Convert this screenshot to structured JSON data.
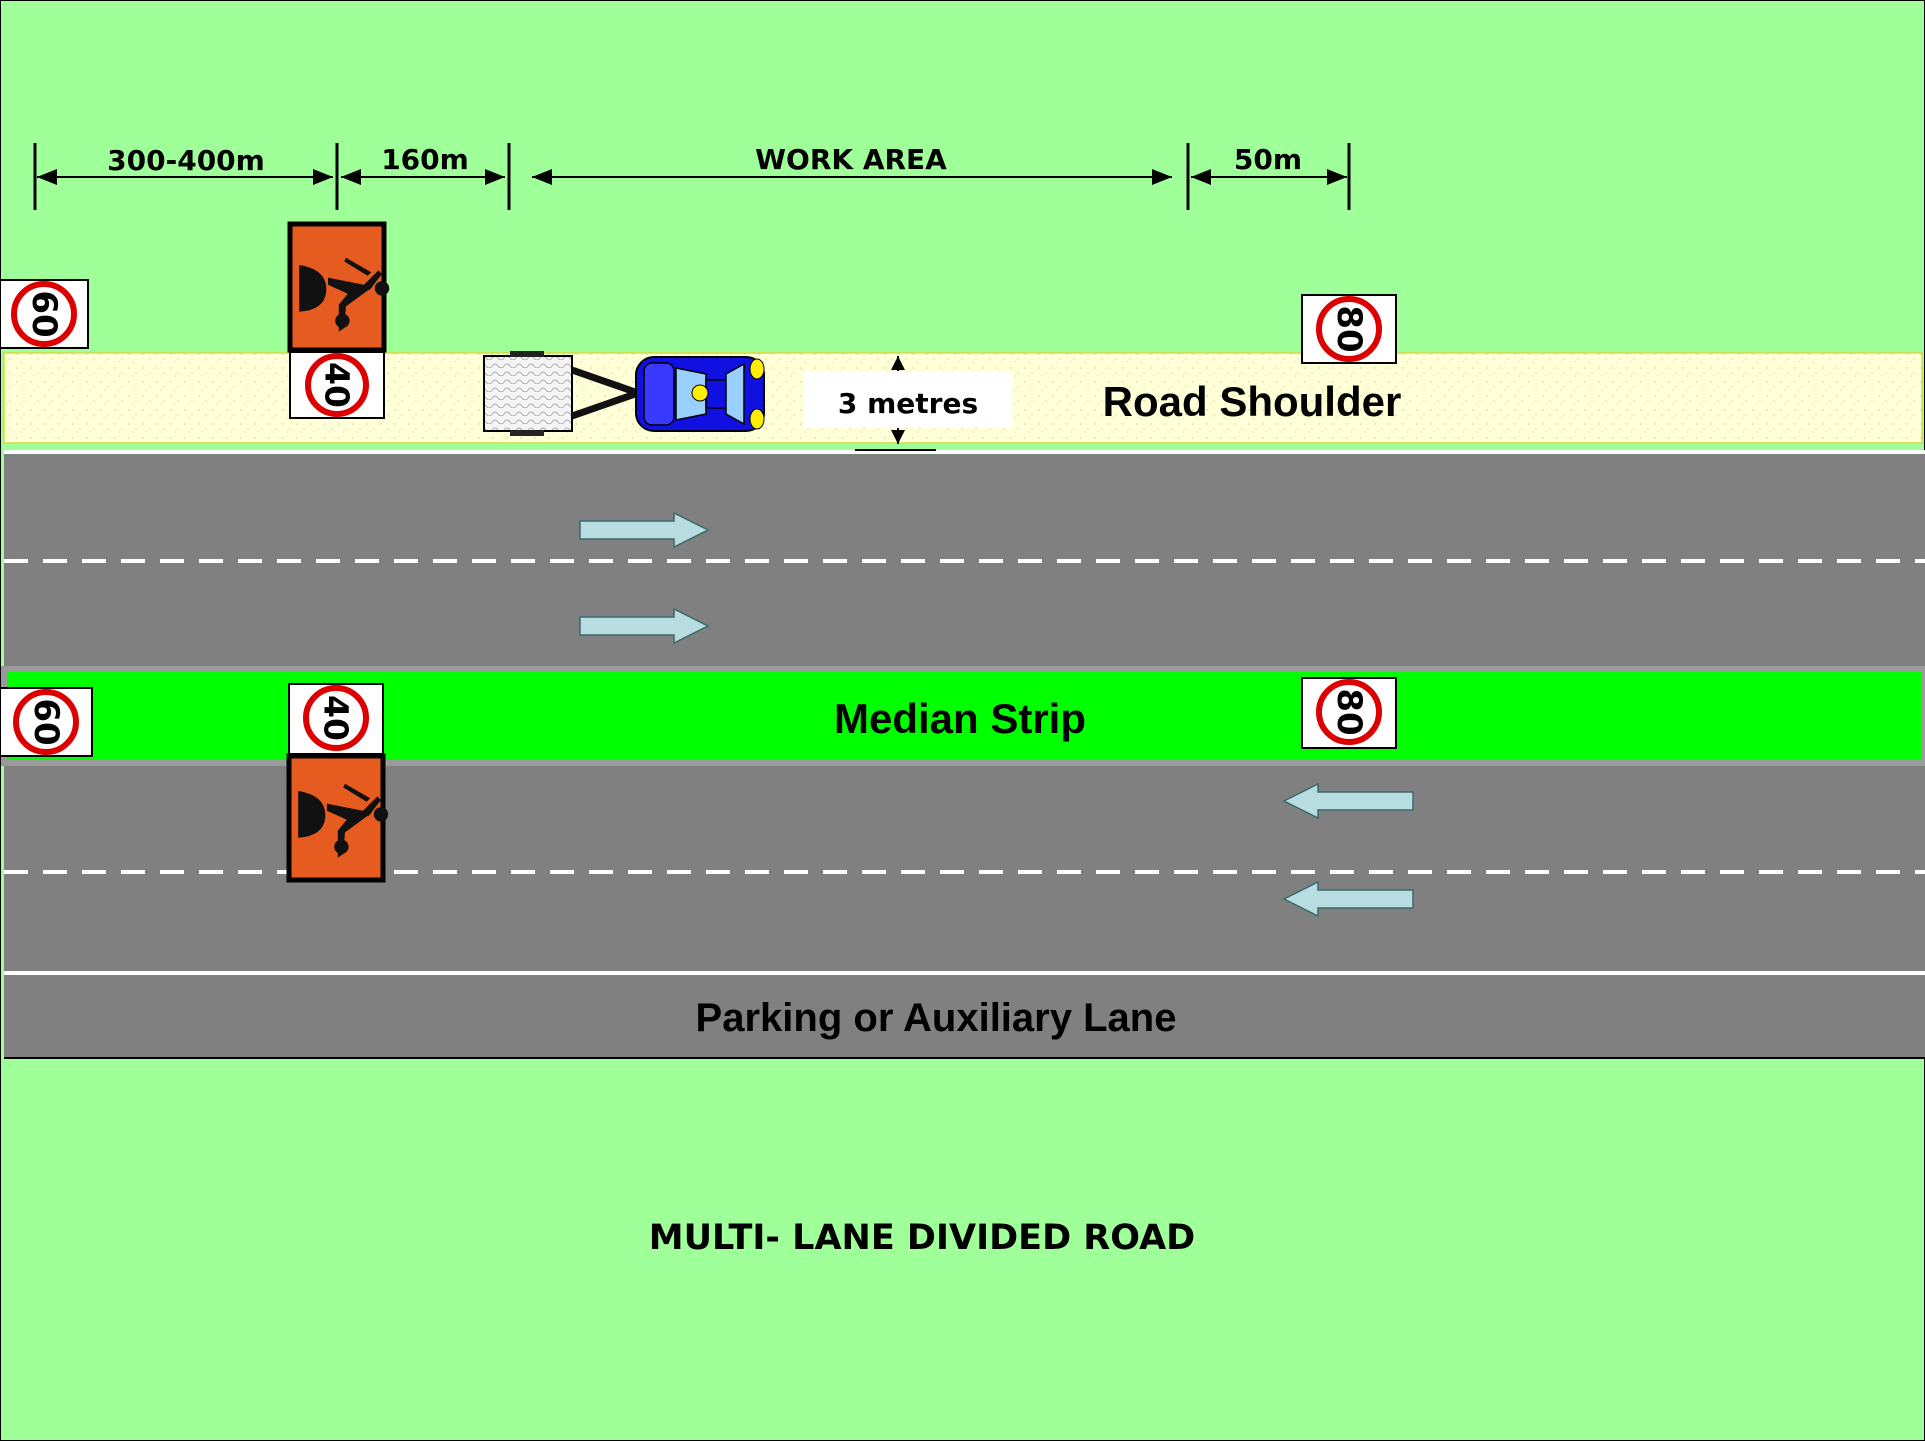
{
  "colors": {
    "grass": "#9fff98",
    "median": "#00ff00",
    "road": "#808080",
    "shoulder": "#ffffd8",
    "sign_orange": "#e65b20",
    "speed_ring": "#dd0000",
    "car_blue": "#1010e0",
    "arrow_fill": "#b8dde0"
  },
  "measurements": {
    "approach": "300-400m",
    "taper": "160m",
    "work_area": "WORK AREA",
    "termination": "50m"
  },
  "shoulder": {
    "label": "Road Shoulder",
    "width_label": "3 metres"
  },
  "median": {
    "label": "Median Strip"
  },
  "parking": {
    "label": "Parking or Auxiliary Lane"
  },
  "footer": {
    "caption": "MULTI- LANE DIVIDED ROAD"
  },
  "signs": {
    "speed_60": "60",
    "speed_40": "40",
    "speed_80": "80",
    "worker_icon": "roadworker-sign-icon"
  },
  "traffic": {
    "upper_direction": "eastbound",
    "lower_direction": "westbound"
  }
}
